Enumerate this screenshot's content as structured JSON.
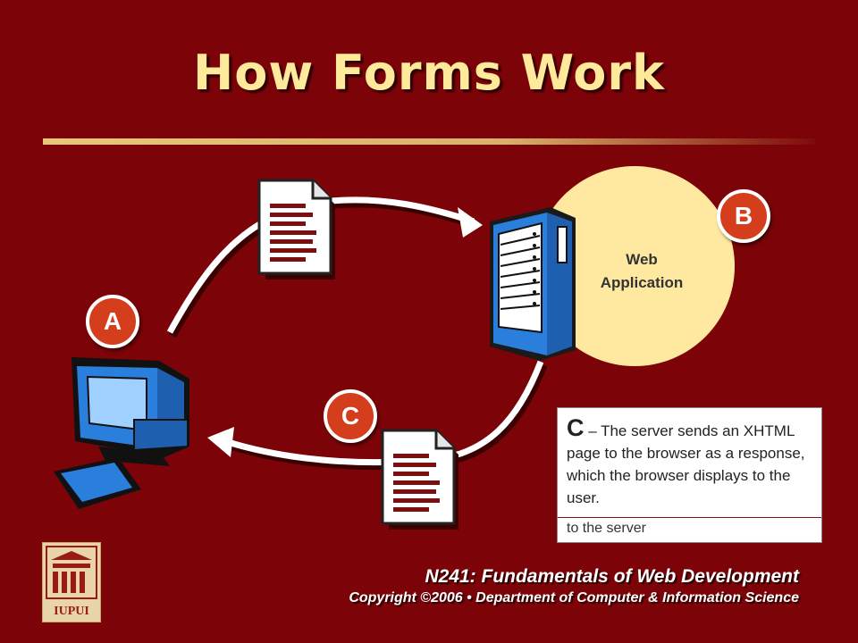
{
  "slide": {
    "title": "How Forms Work"
  },
  "diagram": {
    "badge_a": "A",
    "badge_b": "B",
    "badge_c": "C",
    "web_app_line1": "Web",
    "web_app_line2": "Application",
    "callout_letter": "C",
    "callout_text": " – The server sends an XHTML page to the browser as a response, which the browser displays to the user.",
    "callout_overflow": "to the server",
    "colors": {
      "background": "#7c0408",
      "title": "#ffe99a",
      "badge": "#d53e1c",
      "web_app_circle": "#ffe9a0",
      "server_blue": "#2a7fdc"
    }
  },
  "footer": {
    "course": "N241: Fundamentals of Web Development",
    "copyright": "Copyright ©2006 • Department of Computer & Information Science",
    "logo_text": "IUPUI"
  }
}
